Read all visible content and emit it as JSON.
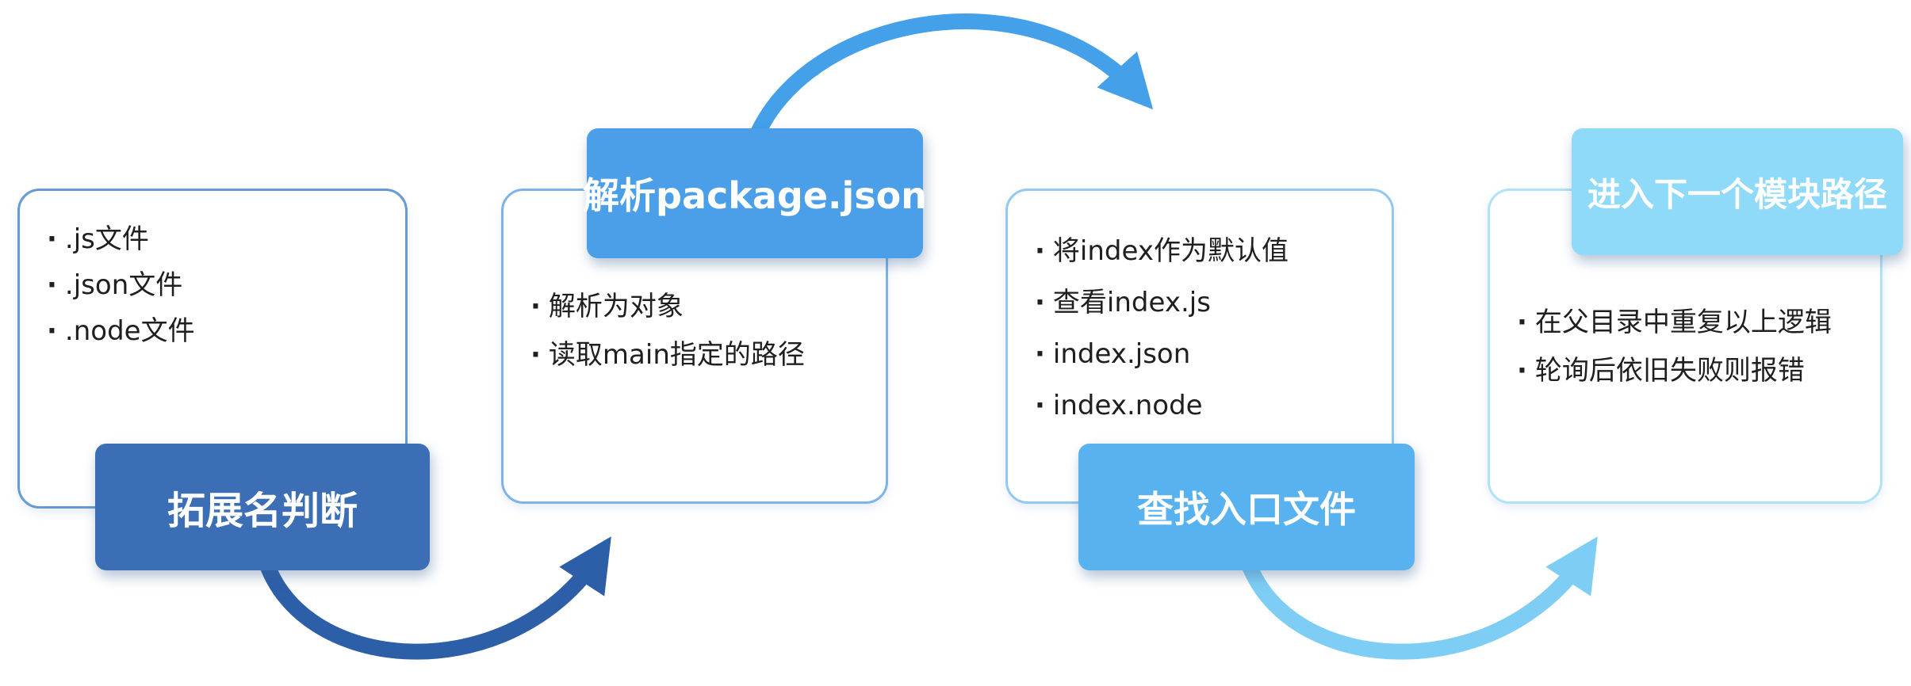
{
  "bullet": "·",
  "colors": {
    "pageBg": "#ffffff",
    "itemText": "#1f1f1f",
    "labelText": "#ffffff",
    "step1": "#3b6eb5",
    "step2": "#4b9fe8",
    "step3": "#58b2ef",
    "step4": "#8edaf8",
    "arrow1": "#2d5fa8",
    "arrow2": "#44a0e9",
    "arrow3": "#7ecdf5",
    "border1": "#6699d6",
    "border2": "#7db3e8",
    "border3": "#93c9f0",
    "border4": "#b0e2f8"
  },
  "steps": [
    {
      "label": "拓展名判断",
      "items": [
        ".js文件",
        ".json文件",
        ".node文件"
      ]
    },
    {
      "label": "解析package.json",
      "items": [
        "解析为对象",
        "读取main指定的路径"
      ]
    },
    {
      "label": "查找入口文件",
      "items": [
        "将index作为默认值",
        "查看index.js",
        "index.json",
        "index.node"
      ]
    },
    {
      "label": "进入下一个模块路径",
      "items": [
        "在父目录中重复以上逻辑",
        "轮询后依旧失败则报错"
      ]
    }
  ],
  "arrows": [
    {
      "name": "arrow-step1-to-step2"
    },
    {
      "name": "arrow-step2-to-step3"
    },
    {
      "name": "arrow-step3-to-step4"
    }
  ]
}
